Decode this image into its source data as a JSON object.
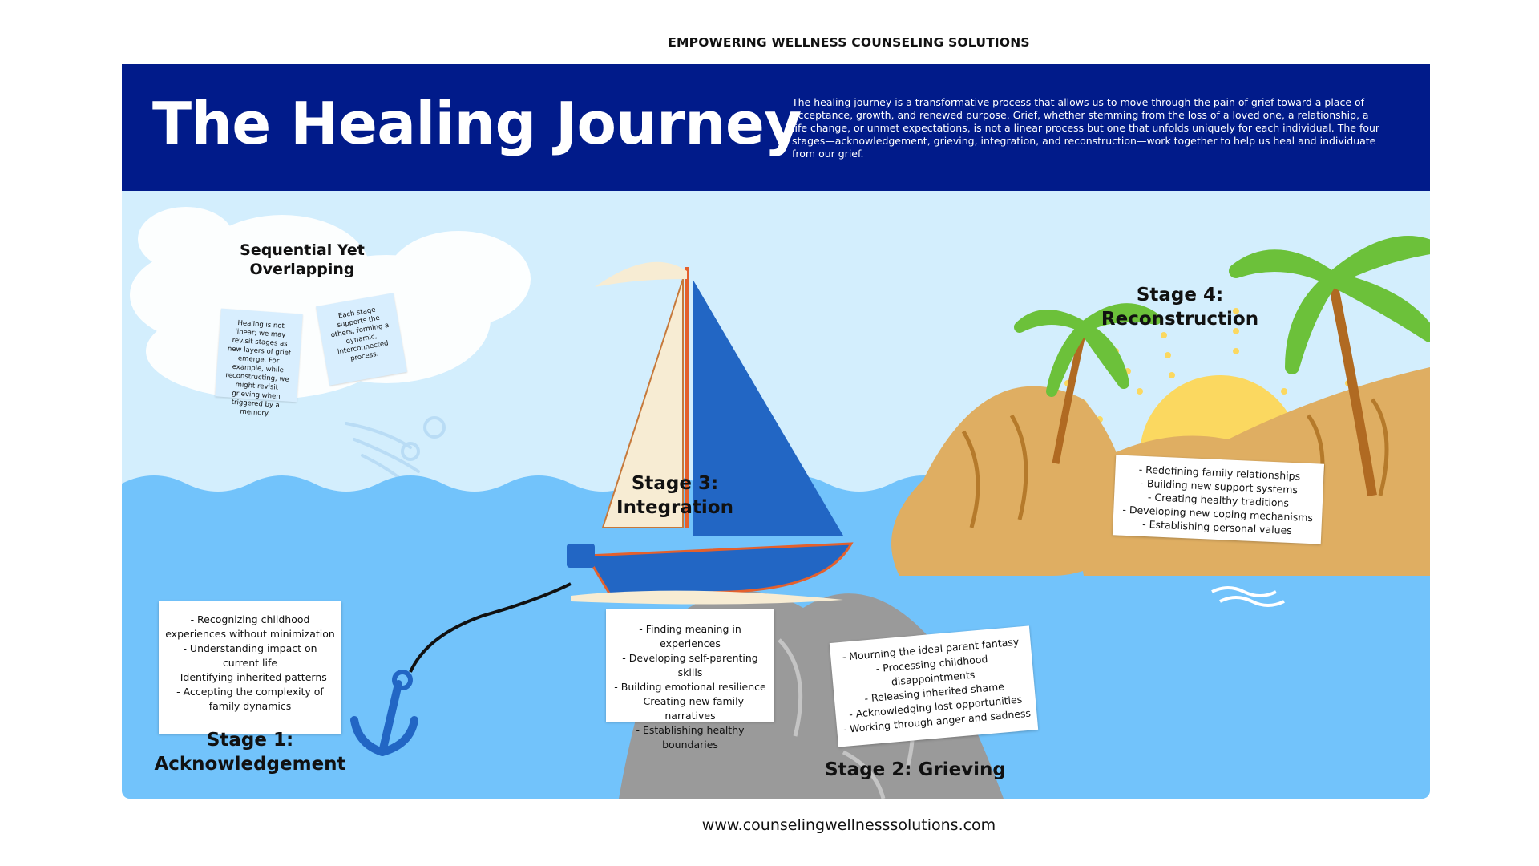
{
  "organization": "EMPOWERING WELLNESS COUNSELING SOLUTIONS",
  "header": {
    "title": "The Healing Journey",
    "intro": "The healing journey is a transformative process that allows us to move through the pain of grief toward a place of acceptance, growth, and renewed purpose. Grief, whether stemming from the loss of a loved one, a relationship, a life change, or unmet expectations, is not a linear process but one that unfolds uniquely for each individual. The four stages—acknowledgement, grieving, integration, and reconstruction—work together to help us heal and individuate from our grief."
  },
  "overlap": {
    "heading": "Sequential Yet Overlapping",
    "note_left": "Healing is not linear; we may revisit stages as new layers of grief emerge. For example, while reconstructing, we might revisit grieving when triggered by a memory.",
    "note_right": "Each stage supports the others, forming a dynamic, interconnected process."
  },
  "stages": {
    "acknowledgement": {
      "heading": "Stage 1: Acknowledgement",
      "items": [
        "- Recognizing childhood experiences without minimization",
        "- Understanding impact on current life",
        "- Identifying inherited patterns",
        "- Accepting the complexity of family dynamics"
      ]
    },
    "grieving": {
      "heading": "Stage 2: Grieving",
      "items": [
        "- Mourning the ideal parent fantasy",
        "- Processing childhood disappointments",
        "- Releasing inherited shame",
        "- Acknowledging lost opportunities",
        "- Working through anger and sadness"
      ]
    },
    "integration": {
      "heading": "Stage 3: Integration",
      "items": [
        "- Finding meaning in experiences",
        "- Developing self-parenting skills",
        "- Building emotional resilience",
        "- Creating new family narratives",
        "- Establishing healthy boundaries"
      ]
    },
    "reconstruction": {
      "heading": "Stage 4: Reconstruction",
      "items": [
        "- Redefining family relationships",
        "- Building new support systems",
        "- Creating healthy traditions",
        "- Developing new coping mechanisms",
        "- Establishing personal values"
      ]
    }
  },
  "footer": {
    "url": "www.counselingwellnesssolutions.com"
  },
  "icons": [
    "cloud-icon",
    "wind-icon",
    "sailboat-icon",
    "anchor-icon",
    "rock-icon",
    "island-icon",
    "palm-tree-icon",
    "sun-icon",
    "wave-icon"
  ],
  "colors": {
    "banner": "#011b8a",
    "sky": "#d3eefd",
    "sea": "#72c3fb",
    "sail_blue": "#2266c4",
    "sand": "#dfae62",
    "rock": "#9a9a9a",
    "sun": "#fbd860",
    "palm_leaf": "#6cc13a"
  }
}
